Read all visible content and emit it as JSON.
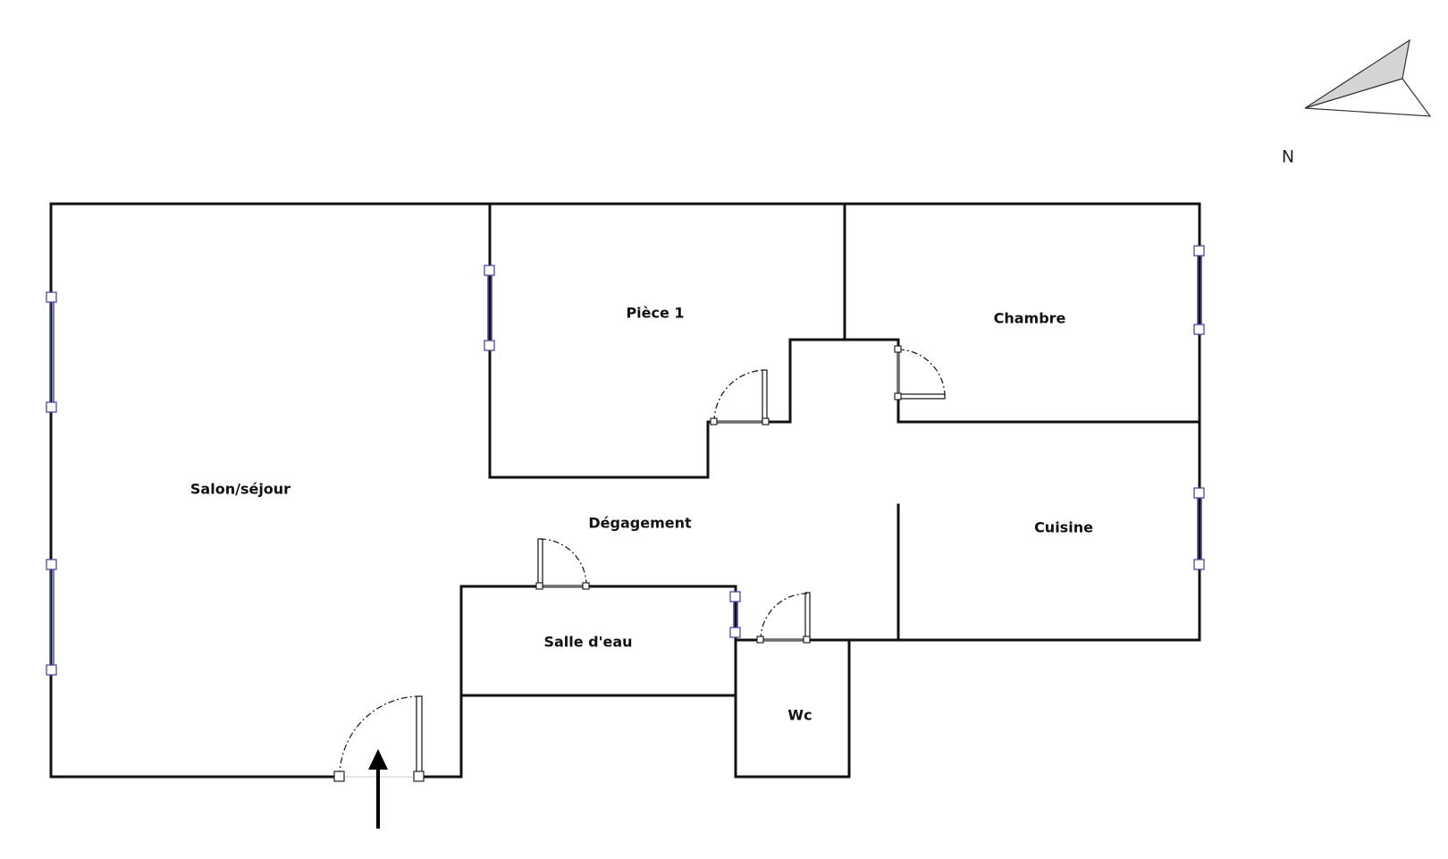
{
  "rooms": {
    "salon": "Salon/séjour",
    "piece1": "Pièce 1",
    "chambre": "Chambre",
    "degagement": "Dégagement",
    "cuisine": "Cuisine",
    "salle_eau": "Salle d'eau",
    "wc": "Wc"
  },
  "compass": {
    "label": "N"
  },
  "entrance": {
    "icon": "entrance-arrow-icon"
  },
  "colors": {
    "walls": "#111111",
    "windows": "#4a4aa0",
    "compass_fill": "#d4d4d4"
  }
}
